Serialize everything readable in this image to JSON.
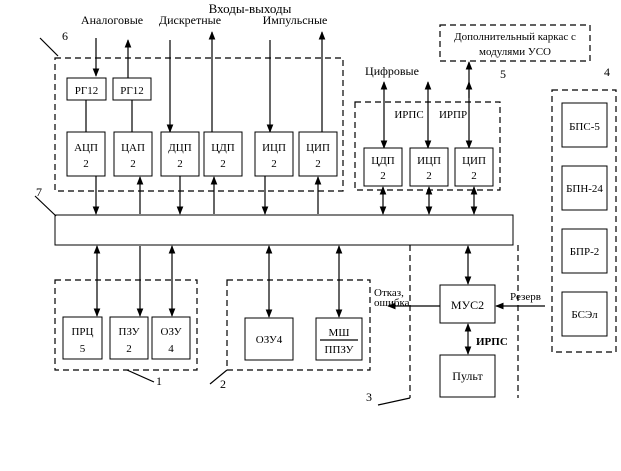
{
  "header": {
    "title": "Входы-выходы",
    "analog": "Аналоговые",
    "discrete": "Дискретные",
    "pulse": "Импульсные",
    "digital": "Цифровые",
    "irps_top": "ИРПС",
    "irpr": "ИРПР",
    "irps_bold": "ИРПС",
    "fault": "Отказ,",
    "error": "ошибка",
    "reserve": "Резерв"
  },
  "group_numbers": [
    "6",
    "5",
    "4",
    "7",
    "1",
    "2",
    "3"
  ],
  "blocks": {
    "rg1": "РГ12",
    "rg2": "РГ12",
    "atsp": [
      "АЦП",
      "2"
    ],
    "tsap": [
      "ЦАП",
      "2"
    ],
    "dtsp": [
      "ДЦП",
      "2"
    ],
    "tsdp1": [
      "ЦДП",
      "2"
    ],
    "itsp1": [
      "ИЦП",
      "2"
    ],
    "tsip1": [
      "ЦИП",
      "2"
    ],
    "tsdp2": [
      "ЦДП",
      "2"
    ],
    "itsp2": [
      "ИЦП",
      "2"
    ],
    "tsip2": [
      "ЦИП",
      "2"
    ],
    "extra": [
      "Дополнительный каркас с",
      "модулями УСО"
    ],
    "bps": "БПС-5",
    "bpn": "БПН-24",
    "bpr": "БПР-2",
    "bsel": "БСЭл",
    "prts": [
      "ПРЦ",
      "5"
    ],
    "pzu": [
      "ПЗУ",
      "2"
    ],
    "ozu4a": [
      "ОЗУ",
      "4"
    ],
    "ozu4b": "ОЗУ4",
    "msh": [
      "МШ",
      "ППЗУ"
    ],
    "mus": "МУС2",
    "pult": "Пульт"
  }
}
